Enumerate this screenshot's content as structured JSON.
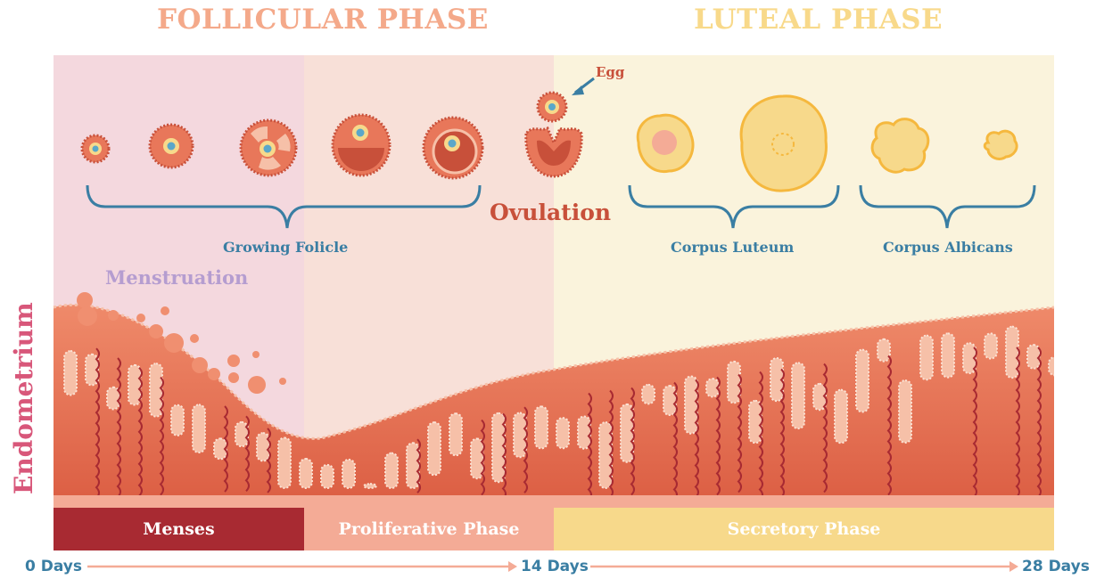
{
  "phases": {
    "follicular": "FOLLICULAR PHASE",
    "luteal": "LUTEAL PHASE"
  },
  "labels": {
    "egg": "Egg",
    "ovulation": "Ovulation",
    "growing_follicle": "Growing Folicle",
    "corpus_luteum": "Corpus Luteum",
    "corpus_albicans": "Corpus Albicans",
    "menstruation": "Menstruation",
    "endometrium": "Endometrium"
  },
  "cycle_bar": {
    "menses": "Menses",
    "proliferative": "Proliferative Phase",
    "secretory": "Secretory Phase"
  },
  "timeline": {
    "start": "0 Days",
    "middle": "14 Days",
    "end": "28 Days"
  },
  "colors": {
    "menses_bg": "#f4d8de",
    "proliferative_bg": "#f8e0d8",
    "luteal_bg": "#faf3dc",
    "menses_bar": "#a82a32",
    "proliferative_bar": "#f4ab96",
    "secretory_bar": "#f7d98b",
    "follicle_blue": "#3a7ea3",
    "ovulation_red": "#c8503a",
    "tissue": "#e8775a"
  }
}
